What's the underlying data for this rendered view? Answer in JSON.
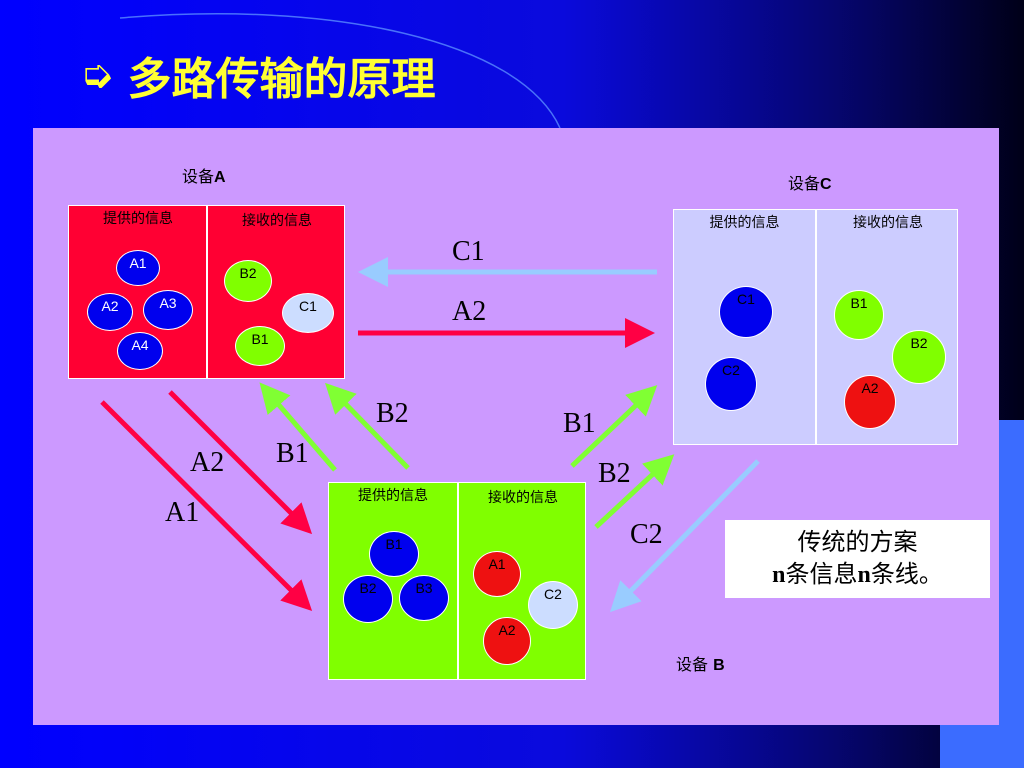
{
  "slide": {
    "title_icon": "➭",
    "title": "多路传输的原理",
    "colors": {
      "background": "#0000ff",
      "panel": "#cc99ff",
      "title": "#ffff33",
      "device_a": "#ff0033",
      "device_b": "#80ff00",
      "device_c": "#ccccff",
      "arrow_red": "#ff0044",
      "arrow_green": "#80ff33",
      "arrow_blue": "#99ccff"
    }
  },
  "devices": {
    "a": {
      "label_prefix": "设备",
      "label_letter": "A",
      "provided_title": "提供的信息",
      "received_title": "接收的信息",
      "provided": [
        "A1",
        "A2",
        "A3",
        "A4"
      ],
      "received": [
        "B2",
        "C1",
        "B1"
      ]
    },
    "b": {
      "label_prefix": "设备 ",
      "label_letter": "B",
      "provided_title": "提供的信息",
      "received_title": "接收的信息",
      "provided": [
        "B1",
        "B2",
        "B3"
      ],
      "received": [
        "A1",
        "C2",
        "A2"
      ]
    },
    "c": {
      "label_prefix": "设备",
      "label_letter": "C",
      "provided_title": "提供的信息",
      "received_title": "接收的信息",
      "provided": [
        "C1",
        "C2"
      ],
      "received": [
        "B1",
        "B2",
        "A2"
      ]
    }
  },
  "arrows": {
    "c_to_a": "C1",
    "a_to_c": "A2",
    "a_to_b_1": "A2",
    "a_to_b_2": "A1",
    "b_to_a_1": "B1",
    "b_to_a_2": "B2",
    "b_to_c_1": "B1",
    "b_to_c_2": "B2",
    "c_to_b": "C2"
  },
  "note": {
    "line1": "传统的方案",
    "line2_n1": "n",
    "line2_mid": "条信息",
    "line2_n2": "n",
    "line2_end": "条线。"
  }
}
